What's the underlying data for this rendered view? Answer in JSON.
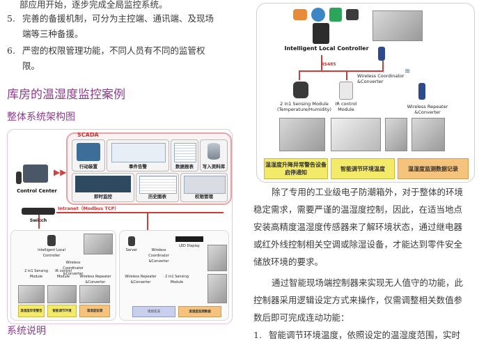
{
  "left_column": {
    "line_top": "部应用开始，逐步完成全局监控系统。",
    "item5_num": "5.",
    "item5_line1": "完善的备援机制，可分为主控端、通讯端、及现场",
    "item5_line2": "端等三种备援。",
    "item6_num": "6.",
    "item6_line1": "严密的权限管理功能，不同人员有不同的监管权",
    "item6_line2": "限。",
    "section_heading": "库房的温湿度监控案例",
    "sub_heading_arch": "整体系统架构图",
    "sub_heading_desc": "系统说明"
  },
  "arch_diagram": {
    "scada_label": "SCADA",
    "tiles": [
      "行动装置",
      "事件告警",
      "数据报表",
      "写入资料库",
      "即时监控",
      "历史图表",
      "权限管理"
    ],
    "control_center": "Control Center",
    "switch": "Switch",
    "intranet": "Intranet（Modbus TCP）",
    "left_labels": [
      "Intelligent Local Controller",
      "Wireless Coordinator &Converter",
      "2 in1 Sensing Module",
      "IR control Module",
      "Wireless Repeater &Converter"
    ],
    "right_labels": [
      "Server",
      "Wireless Coordinator &Converter",
      "LED Display",
      "Wireless Repeater &Converter",
      "2 in1 Sensing Module"
    ],
    "left_bottom": [
      "温湿度异常警告",
      "智能调节环境",
      "温湿度监测"
    ],
    "right_bottom": [
      "现场实况",
      "温湿度监测数据"
    ]
  },
  "right_diagram": {
    "controller_label": "Intelligent  Local  Controller",
    "rs485": "RS485",
    "coordinator": "Wireless Coordinator &Converter",
    "sensing_module": "2 in1  Sensing Module (Temperature/Humidity)",
    "ir_module": "IR control Module",
    "repeater": "Wireless Repeater &Converter",
    "box1": "温湿度升降异常警告设备启停通知",
    "box2": "智能调节环境温度",
    "box3": "温湿度监测数据记录"
  },
  "right_column": {
    "para1_lines": [
      "除了专用的工业级电子防潮箱外，对于整体的环境",
      "稳定需求，需要严谨的温湿度控制，因此，在适当地点",
      "安装高精度温湿度传感器来了解环境状态，通过继电器",
      "或红外线控制相关空调或除湿设备，才能达到零件安全",
      "储放环境的要求。"
    ],
    "para2_lines": [
      "通过智能现场端控制器来实现无人值守的功能，此",
      "控制器采用逻辑设定方式来操作，仅需调整相关数值参",
      "数后即可完成连动功能："
    ],
    "item1_num": "1.",
    "item1_text": "智能调节环境温度，依照设定的温湿度范围，实时"
  }
}
